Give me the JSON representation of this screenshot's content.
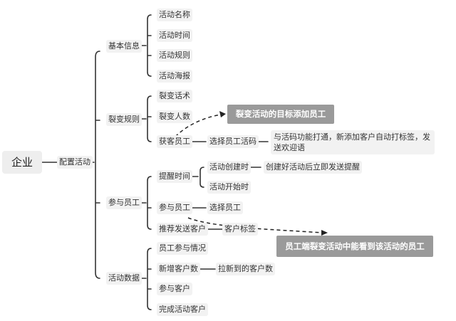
{
  "root": "企业",
  "level1": "配置活动",
  "groups": {
    "basic": {
      "label": "基本信息",
      "items": [
        "活动名称",
        "活动时间",
        "活动规则",
        "活动海报"
      ]
    },
    "fission": {
      "label": "裂变规则",
      "items": [
        "裂变话术",
        "裂变人数",
        "获客员工"
      ],
      "acquire_child": "选择员工活码",
      "acquire_detail": "与活码功能打通，新添加客户自动打标签，发送欢迎语"
    },
    "participate": {
      "label": "参与员工",
      "reminder": "提醒时间",
      "reminder_children": [
        "活动创建时",
        "活动开始时"
      ],
      "reminder_detail": "创建好活动后立即发送提醒",
      "participant": "参与员工",
      "participant_child": "选择员工",
      "recommend": "推荐发送客户",
      "recommend_child": "客户标签"
    },
    "data": {
      "label": "活动数据",
      "items": [
        "员工参与情况",
        "新增客户数",
        "参与客户",
        "完成活动客户"
      ],
      "new_customers_child": "拉新到的客户数"
    }
  },
  "callouts": {
    "target_staff": "裂变活动的目标添加员工",
    "staff_view": "员工端裂变活动中能看到该活动的员工"
  },
  "colors": {
    "line": "#333333",
    "node_bg": "#f2f2f2",
    "callout_bg": "#9a9a9a",
    "callout_text": "#ffffff"
  }
}
